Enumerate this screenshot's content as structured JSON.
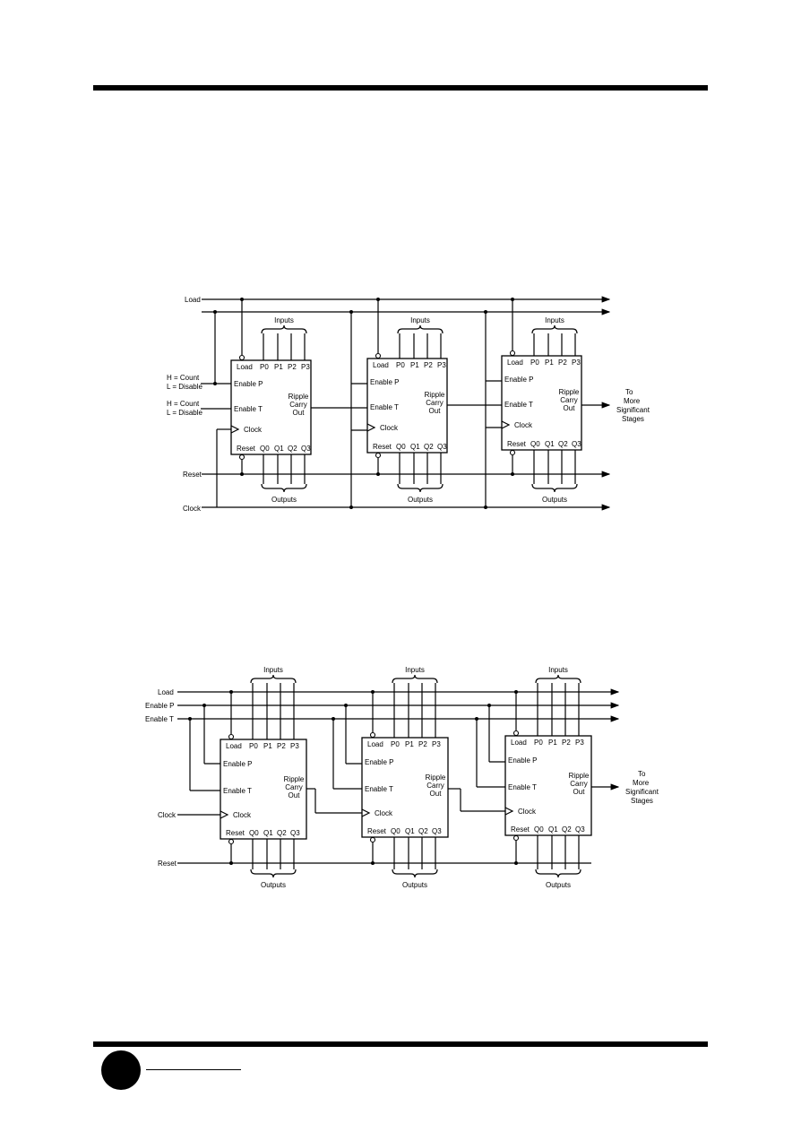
{
  "synchronous_diagram": {
    "signals": {
      "load": "Load",
      "reset": "Reset",
      "clock": "Clock",
      "enable_p_note": [
        "H = Count",
        "L = Disable"
      ],
      "enable_t_note": [
        "H = Count",
        "L = Disable"
      ]
    },
    "to_more": [
      "To",
      "More",
      "Significant",
      "Stages"
    ]
  },
  "ripple_diagram": {
    "signals": {
      "load": "Load",
      "enable_p": "Enable P",
      "enable_t": "Enable T",
      "clock": "Clock",
      "reset": "Reset"
    },
    "to_more": [
      "To",
      "More",
      "Significant",
      "Stages"
    ]
  },
  "counter_block": {
    "pins_top": [
      "Load",
      "P0",
      "P1",
      "P2",
      "P3"
    ],
    "pins_left": [
      "Enable P",
      "Enable T",
      "Clock"
    ],
    "pins_bottom": [
      "Reset",
      "Q0",
      "Q1",
      "Q2",
      "Q3"
    ],
    "carry_out": [
      "Ripple",
      "Carry",
      "Out"
    ],
    "inputs_label": "Inputs",
    "outputs_label": "Outputs"
  }
}
